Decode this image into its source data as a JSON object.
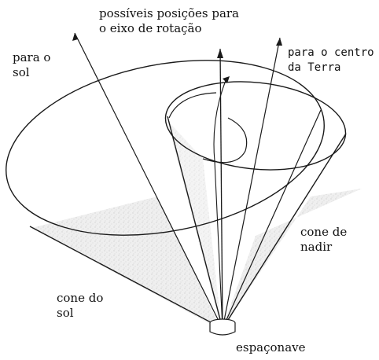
{
  "diagram": {
    "labels": {
      "rotation_axis": [
        "possíveis posições para",
        "o eixo de rotação"
      ],
      "sun_direction": [
        "para o",
        "sol"
      ],
      "earth_center": [
        "para o centro",
        "da Terra"
      ],
      "nadir_cone": [
        "cone de",
        "nadir"
      ],
      "sun_cone": [
        "cone do",
        "sol"
      ],
      "spacecraft": "espaçonave"
    }
  }
}
